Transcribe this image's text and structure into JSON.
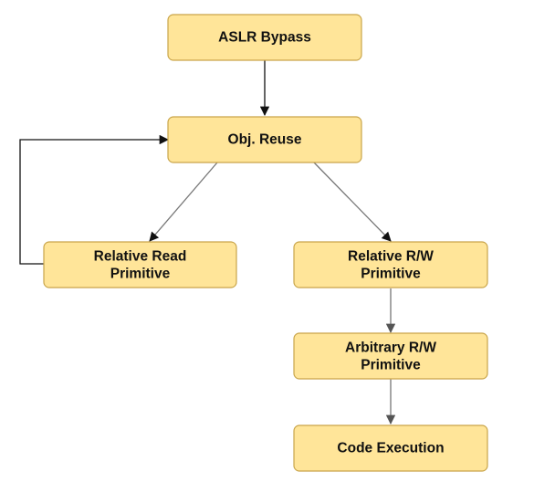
{
  "colors": {
    "node_fill": "#FFE599",
    "node_stroke": "#C9A54A",
    "edge_dark": "#111111",
    "edge_gray": "#777777",
    "text": "#111111"
  },
  "nodes": {
    "aslr_bypass": {
      "label": "ASLR Bypass"
    },
    "obj_reuse": {
      "label": "Obj. Reuse"
    },
    "relative_read": {
      "line1": "Relative Read",
      "line2": "Primitive"
    },
    "relative_rw": {
      "line1": "Relative R/W",
      "line2": "Primitive"
    },
    "arbitrary_rw": {
      "line1": "Arbitrary R/W",
      "line2": "Primitive"
    },
    "code_execution": {
      "label": "Code Execution"
    }
  },
  "edges": [
    {
      "from": "ASLR Bypass",
      "to": "Obj. Reuse"
    },
    {
      "from": "Obj. Reuse",
      "to": "Relative Read Primitive"
    },
    {
      "from": "Obj. Reuse",
      "to": "Relative R/W Primitive"
    },
    {
      "from": "Relative Read Primitive",
      "to": "Obj. Reuse"
    },
    {
      "from": "Relative R/W Primitive",
      "to": "Arbitrary R/W Primitive"
    },
    {
      "from": "Arbitrary R/W Primitive",
      "to": "Code Execution"
    }
  ]
}
